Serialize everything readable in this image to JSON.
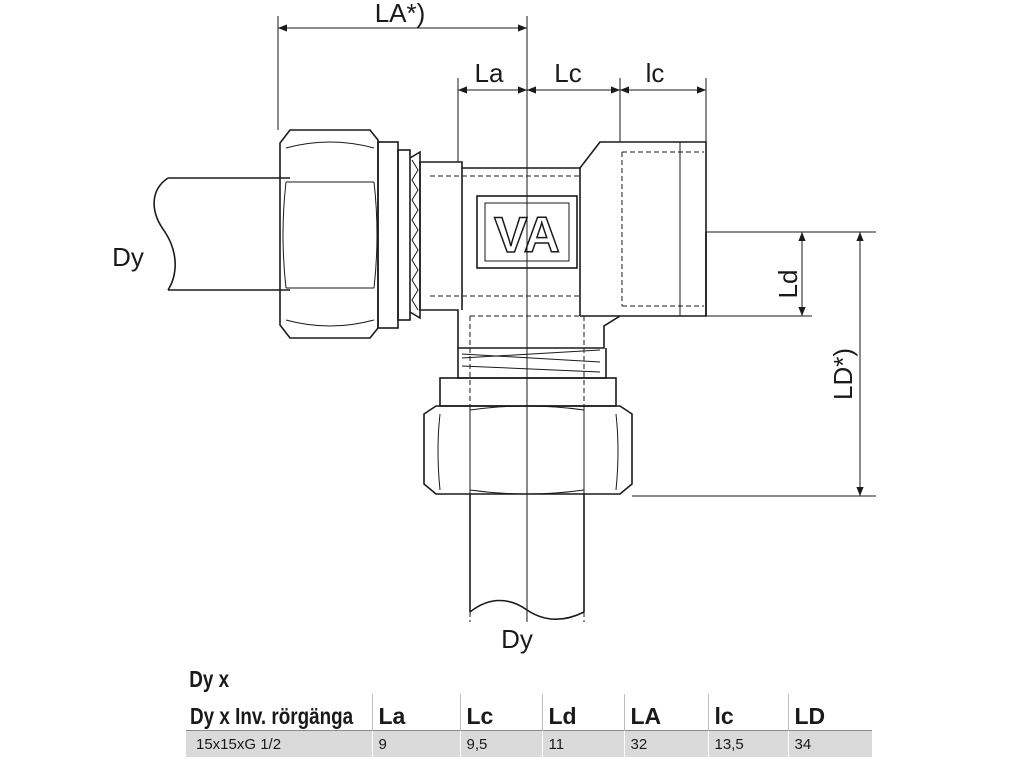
{
  "diagram": {
    "dimension_labels": {
      "LA": "LA*)",
      "La": "La",
      "Lc": "Lc",
      "lc": "lc",
      "Ld": "Ld",
      "LD": "LD*)",
      "Dy_left": "Dy",
      "Dy_bottom": "Dy"
    },
    "logo_text": "VA"
  },
  "spec_table": {
    "header_line1": "Dy x",
    "columns": [
      "Dy x Inv. rörgänga",
      "La",
      "Lc",
      "Ld",
      "LA",
      "lc",
      "LD"
    ],
    "rows": [
      [
        "15x15xG 1/2",
        "9",
        "9,5",
        "11",
        "32",
        "13,5",
        "34"
      ]
    ]
  }
}
